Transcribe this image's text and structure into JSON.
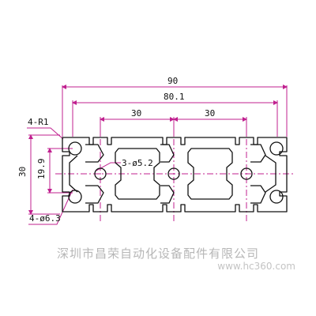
{
  "dimensions": {
    "width_total": "90",
    "width_mount": "80.1",
    "slot_pitch_left": "30",
    "slot_pitch_right": "30",
    "height_total": "30",
    "height_mount": "19.9",
    "corner_radius": "4-R1",
    "center_holes": "3-ø5.2",
    "corner_holes": "4-ø6.3"
  },
  "watermark": {
    "company": "深圳市昌荣自动化设备配件有限公司",
    "site": "www.hc360.com"
  },
  "colors": {
    "profile_outline": "#111111",
    "dimension_line": "#c0208f",
    "center_line": "#c0208f"
  }
}
